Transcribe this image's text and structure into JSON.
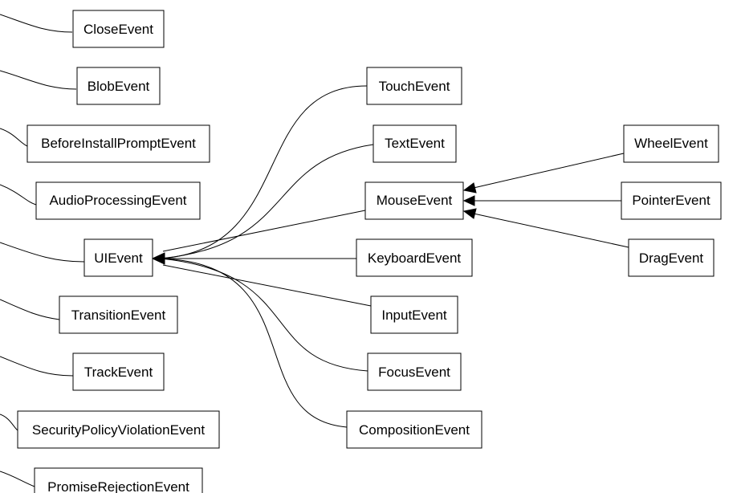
{
  "diagram": {
    "nodes": {
      "close_event": "CloseEvent",
      "blob_event": "BlobEvent",
      "before_install_prompt_event": "BeforeInstallPromptEvent",
      "audio_processing_event": "AudioProcessingEvent",
      "ui_event": "UIEvent",
      "transition_event": "TransitionEvent",
      "track_event": "TrackEvent",
      "security_policy_violation_event": "SecurityPolicyViolationEvent",
      "promise_rejection_event": "PromiseRejectionEvent",
      "touch_event": "TouchEvent",
      "text_event": "TextEvent",
      "mouse_event": "MouseEvent",
      "keyboard_event": "KeyboardEvent",
      "input_event": "InputEvent",
      "focus_event": "FocusEvent",
      "composition_event": "CompositionEvent",
      "wheel_event": "WheelEvent",
      "pointer_event": "PointerEvent",
      "drag_event": "DragEvent"
    },
    "edges": [
      {
        "from": "touch_event",
        "to": "ui_event"
      },
      {
        "from": "text_event",
        "to": "ui_event"
      },
      {
        "from": "mouse_event",
        "to": "ui_event"
      },
      {
        "from": "keyboard_event",
        "to": "ui_event"
      },
      {
        "from": "input_event",
        "to": "ui_event"
      },
      {
        "from": "focus_event",
        "to": "ui_event"
      },
      {
        "from": "composition_event",
        "to": "ui_event"
      },
      {
        "from": "wheel_event",
        "to": "mouse_event"
      },
      {
        "from": "pointer_event",
        "to": "mouse_event"
      },
      {
        "from": "drag_event",
        "to": "mouse_event"
      }
    ]
  }
}
